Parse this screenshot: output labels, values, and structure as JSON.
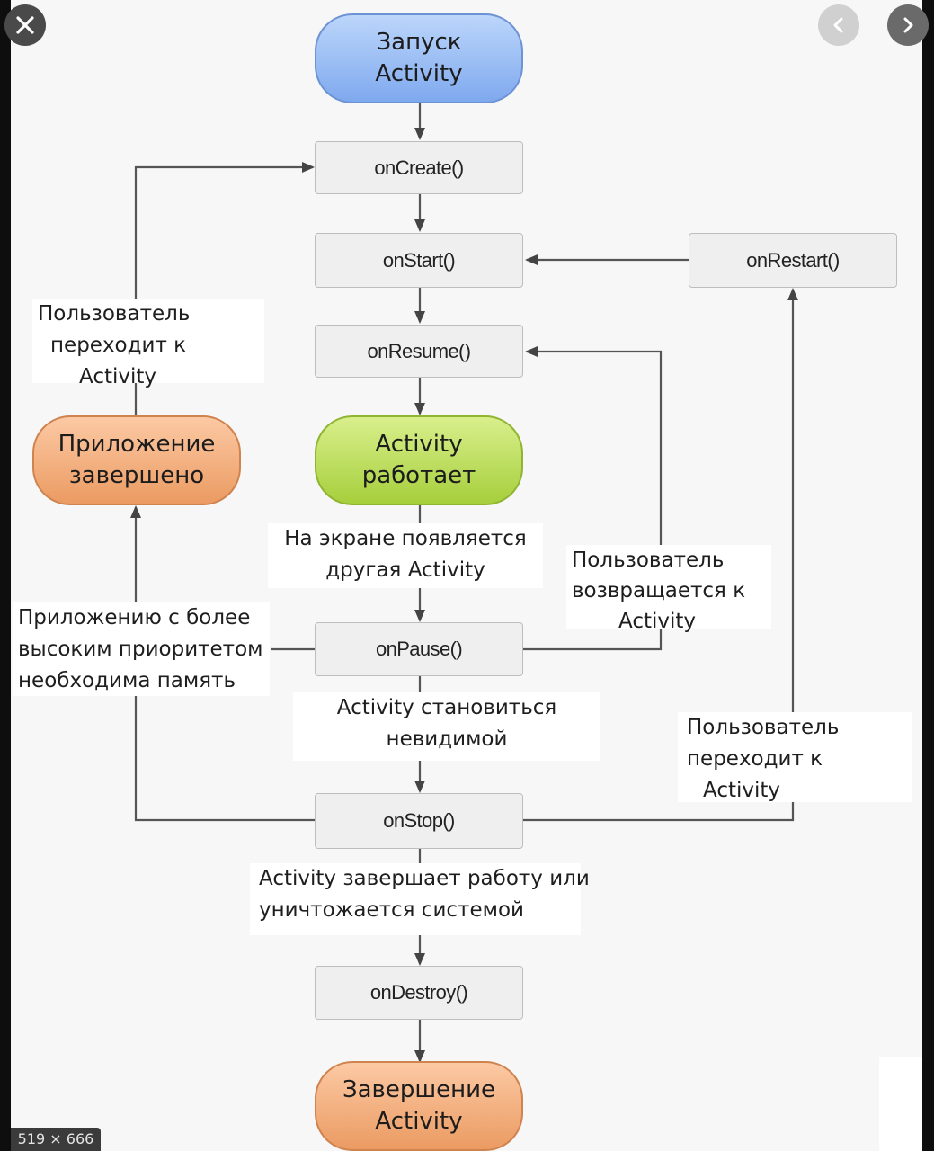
{
  "viewer": {
    "size_badge": "519 × 666",
    "close_icon": "close-icon",
    "prev_icon": "chevron-left-icon",
    "next_icon": "chevron-right-icon"
  },
  "diagram": {
    "start": {
      "line1": "Запуск",
      "line2": "Activity"
    },
    "on_create": "onCreate()",
    "on_start": "onStart()",
    "on_restart": "onRestart()",
    "on_resume": "onResume()",
    "running": {
      "line1": "Activity",
      "line2": "работает"
    },
    "app_killed": {
      "line1": "Приложение",
      "line2": "завершено"
    },
    "on_pause": "onPause()",
    "on_stop": "onStop()",
    "on_destroy": "onDestroy()",
    "end": {
      "line1": "Завершение",
      "line2": "Activity"
    },
    "label_user_navigates_left": {
      "line1": "Пользователь",
      "line2": "переходит к",
      "line3": "Activity"
    },
    "label_other_activity": {
      "line1": "На экране появляется",
      "line2": "другая Activity"
    },
    "label_user_returns": {
      "line1": "Пользователь",
      "line2": "возвращается к",
      "line3": "Activity"
    },
    "label_memory": {
      "line1": "Приложению с более",
      "line2": "высоким приоритетом",
      "line3": "необходима память"
    },
    "label_invisible": {
      "line1": "Activity становиться",
      "line2": "невидимой"
    },
    "label_user_navigates_right": {
      "line1": "Пользователь",
      "line2": "переходит к",
      "line3": "Activity"
    },
    "label_finishing": {
      "line1": "Activity завершает работу или",
      "line2": "уничтожается системой"
    }
  }
}
